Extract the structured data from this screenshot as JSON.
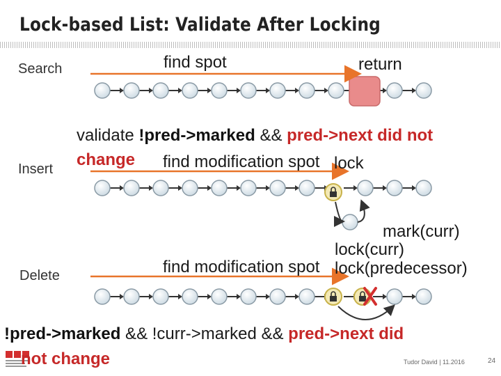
{
  "slide": {
    "title": "Lock-based List: Validate After Locking",
    "page_number": "24",
    "footer": "Tudor David | 11.2016"
  },
  "rows": {
    "search": {
      "label": "Search",
      "arrow_label": "find spot",
      "end_label": "return"
    },
    "insert": {
      "label": "Insert",
      "arrow_label": "find modification spot",
      "lock_label": "lock",
      "validate_line1_a": "validate ",
      "validate_line1_b": "!pred->marked",
      "validate_line1_c": " && ",
      "validate_line1_d": "pred->next did not",
      "validate_line2": "change"
    },
    "delete": {
      "label": "Delete",
      "arrow_label": "find modification spot",
      "lock_pred": "lock(predecessor)",
      "lock_curr": "lock(curr)",
      "mark_curr": "mark(curr)",
      "validate_line1_a": "!pred->marked",
      "validate_line1_b": " && ",
      "validate_line1_c": "!curr->marked",
      "validate_line1_d": " && ",
      "validate_line1_e": "pred->next did",
      "validate_line2": "not change"
    }
  },
  "colors": {
    "arrow": "#e8742a",
    "node": "#dce7ee",
    "node_stroke": "#8a9aa5",
    "highlight": "#e98b8b",
    "red_text": "#c62828",
    "lock_ring": "#c8b24a",
    "x_mark": "#d32f2f"
  },
  "icons": {
    "lock": "padlock-icon",
    "delete_mark": "x-mark-icon",
    "logo": "institution-logo"
  }
}
